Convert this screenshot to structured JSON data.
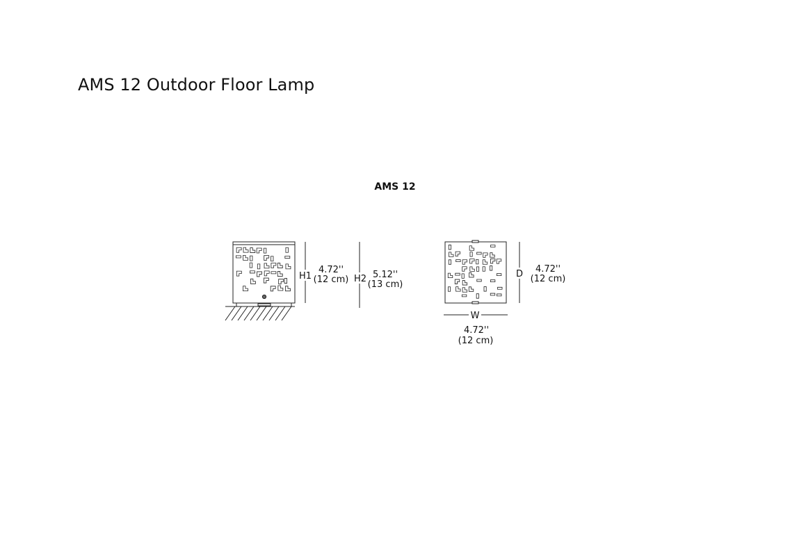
{
  "title": "AMS 12 Outdoor Floor Lamp",
  "model_label": "AMS 12",
  "side_view": {
    "h1": {
      "symbol": "H1",
      "inches": "4.72''",
      "cm": "(12 cm)"
    },
    "h2": {
      "symbol": "H2",
      "inches": "5.12''",
      "cm": "(13 cm)"
    }
  },
  "top_view": {
    "d": {
      "symbol": "D",
      "inches": "4.72''",
      "cm": "(12 cm)"
    },
    "w": {
      "symbol": "W",
      "inches": "4.72''",
      "cm": "(12 cm)"
    }
  },
  "colors": {
    "line": "#222222",
    "background": "#ffffff"
  }
}
